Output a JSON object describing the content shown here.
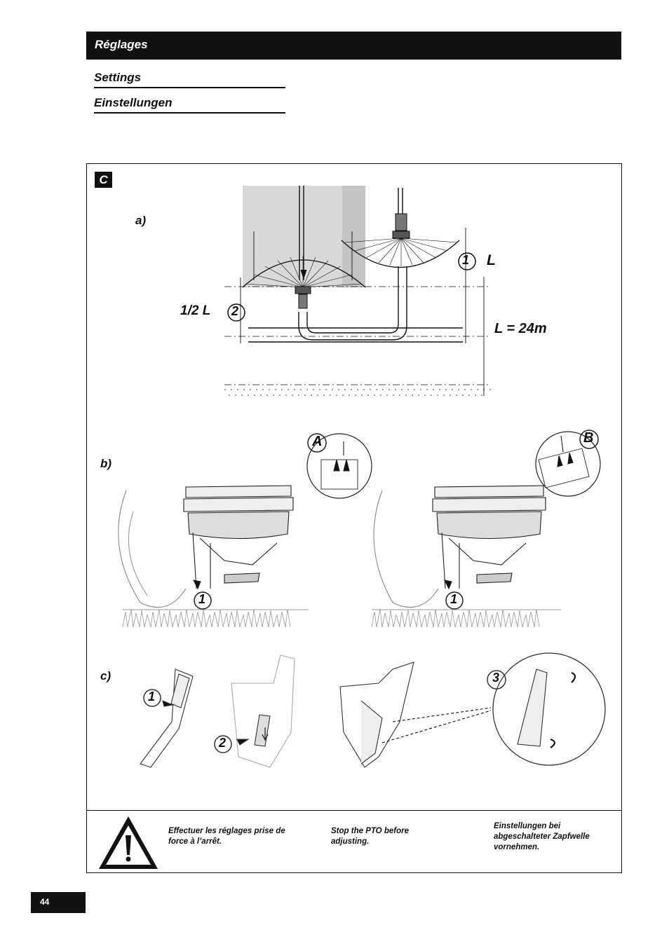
{
  "header": {
    "title": "Réglages"
  },
  "subheadings": [
    "Settings",
    "Einstellungen"
  ],
  "figure": {
    "tag": "C",
    "section_a": "a)",
    "section_b": "b)",
    "section_c": "c)",
    "label_L": "L",
    "label_half_L": "1/2 L",
    "label_width": "L = 24m",
    "callout_1": "1",
    "callout_2": "2",
    "callout_3": "3",
    "callout_A": "A",
    "callout_B": "B"
  },
  "warning": {
    "fr": "Effectuer les réglages prise de force à l’arrêt.",
    "en": "Stop the PTO before adjusting.",
    "de": "Einstellungen bei abgeschalteter Zapfwelle vornehmen."
  },
  "page_number": "44"
}
